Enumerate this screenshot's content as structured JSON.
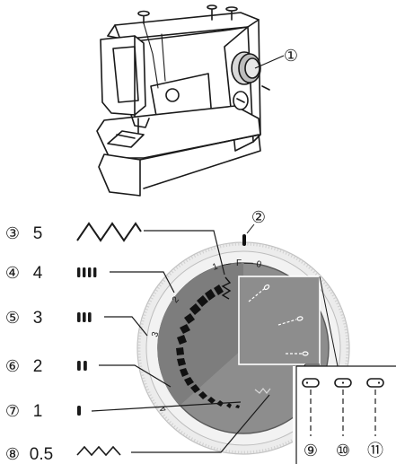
{
  "callouts": {
    "c1": "①",
    "c2": "②",
    "c3": "③",
    "c4": "④",
    "c5": "⑤",
    "c6": "⑥",
    "c7": "⑦",
    "c8": "⑧",
    "c9": "⑨",
    "c10": "⑩",
    "c11": "⑪"
  },
  "rows": [
    {
      "marker": "③",
      "value": "5"
    },
    {
      "marker": "④",
      "value": "4"
    },
    {
      "marker": "⑤",
      "value": "3"
    },
    {
      "marker": "⑥",
      "value": "2"
    },
    {
      "marker": "⑦",
      "value": "1"
    },
    {
      "marker": "⑧",
      "value": "0.5"
    }
  ],
  "dial_marks": {
    "m1": "1",
    "dash1": "—",
    "f": "F",
    "dash2": "—",
    "m0": "0",
    "m2": "2",
    "m3": "3",
    "m4": "4"
  },
  "colors": {
    "ink": "#1a1a1a",
    "dial_gray": "#8a8a8a",
    "dial_dark": "#5e5e5e",
    "ring": "#e9e9e9"
  }
}
